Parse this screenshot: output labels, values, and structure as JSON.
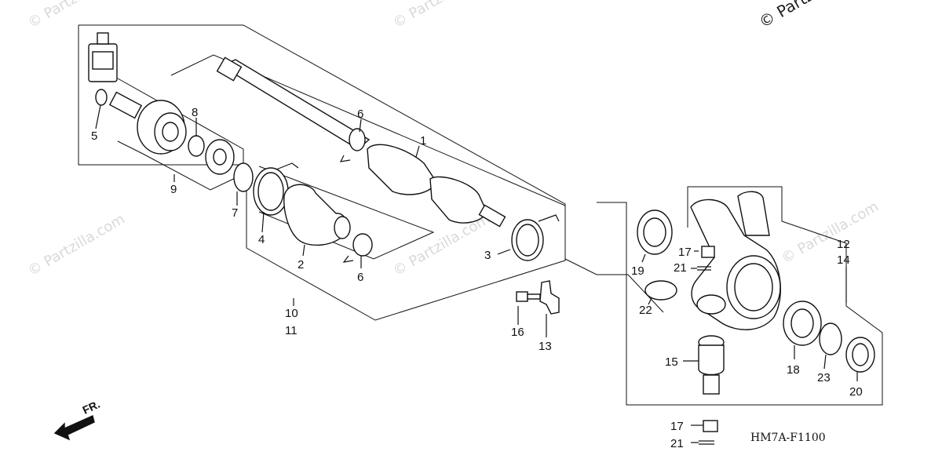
{
  "watermarks": {
    "corner": "© Partzilla.com",
    "repeat": "© Partzilla.com"
  },
  "diagram": {
    "code": "HM7A-F1100",
    "direction_label": "FR."
  },
  "callouts": {
    "c1": "1",
    "c2": "2",
    "c3": "3",
    "c4": "4",
    "c5": "5",
    "c6a": "6",
    "c6b": "6",
    "c7": "7",
    "c8": "8",
    "c9": "9",
    "c10": "10",
    "c11": "11",
    "c12": "12",
    "c13": "13",
    "c14": "14",
    "c15": "15",
    "c16": "16",
    "c17a": "17",
    "c17b": "17",
    "c18": "18",
    "c19": "19",
    "c20": "20",
    "c21a": "21",
    "c21b": "21",
    "c22": "22",
    "c23": "23"
  }
}
